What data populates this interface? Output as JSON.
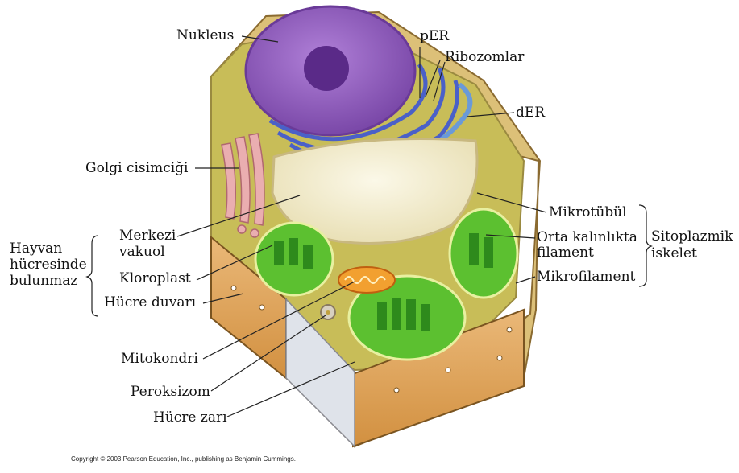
{
  "labels": {
    "nucleus": "Nukleus",
    "per": "pER",
    "ribosomes": "Ribozomlar",
    "der": "dER",
    "golgi": "Golgi cisimciği",
    "central_vacuole_l1": "Merkezi",
    "central_vacuole_l2": "vakuol",
    "chloroplast": "Kloroplast",
    "cell_wall": "Hücre duvarı",
    "mitochondrion": "Mitokondri",
    "peroxisome": "Peroksizom",
    "plasma_membrane": "Hücre zarı",
    "microtubule": "Mikrotübül",
    "intermediate_l1": "Orta kalınlıkta",
    "intermediate_l2": "filament",
    "microfilament": "Mikrofilament",
    "cytoskeleton_l1": "Sitoplazmik",
    "cytoskeleton_l2": "iskelet",
    "not_in_animal_l1": "Hayvan",
    "not_in_animal_l2": "hücresinde",
    "not_in_animal_l3": "bulunmaz"
  },
  "copyright": "Copyright © 2003 Pearson Education, Inc., publishing as Benjamin Cummings.",
  "colors": {
    "cell_wall": "#e0a860",
    "cytoplasm": "#c9c25a",
    "nucleus": "#8a55b8",
    "er": "#4a60c8",
    "chloroplast": "#58b830",
    "vacuole": "#f4eed0",
    "golgi": "#e8a8a8",
    "mitochondrion": "#f0a030"
  }
}
